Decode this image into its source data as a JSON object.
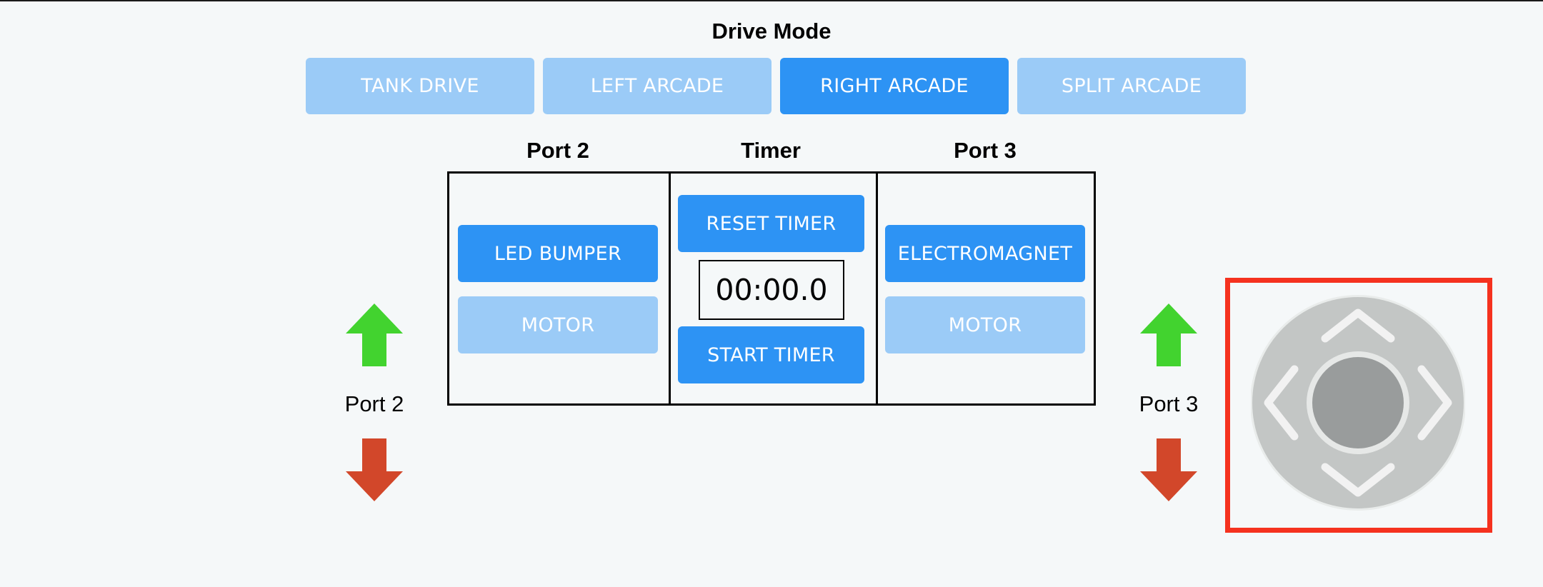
{
  "drive_mode": {
    "heading": "Drive Mode",
    "options": [
      {
        "label": "TANK DRIVE",
        "active": false
      },
      {
        "label": "LEFT ARCADE",
        "active": false
      },
      {
        "label": "RIGHT ARCADE",
        "active": true
      },
      {
        "label": "SPLIT ARCADE",
        "active": false
      }
    ]
  },
  "port2": {
    "heading": "Port 2",
    "buttons": [
      {
        "label": "LED BUMPER",
        "active": true
      },
      {
        "label": "MOTOR",
        "active": false
      }
    ],
    "side_label": "Port 2"
  },
  "timer": {
    "heading": "Timer",
    "reset_label": "RESET TIMER",
    "display": "00:00.0",
    "start_label": "START TIMER"
  },
  "port3": {
    "heading": "Port 3",
    "buttons": [
      {
        "label": "ELECTROMAGNET",
        "active": true
      },
      {
        "label": "MOTOR",
        "active": false
      }
    ],
    "side_label": "Port 3"
  },
  "icons": {
    "up": "arrow-up-icon",
    "down": "arrow-down-icon",
    "joystick": "joystick-icon"
  },
  "colors": {
    "active_button": "#2d93f4",
    "inactive_button": "#9bcbf7",
    "up_arrow": "#42d32f",
    "down_arrow": "#d2472a",
    "highlight_frame": "#f5321f",
    "background": "#f5f8f9"
  }
}
